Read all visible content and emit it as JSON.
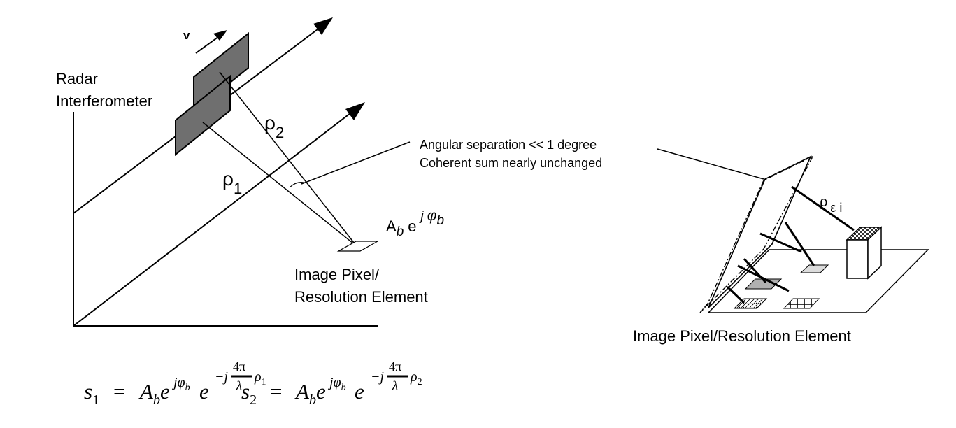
{
  "labels": {
    "velocity": "v",
    "radar_line1": "Radar",
    "radar_line2": "Interferometer",
    "rho": "ρ",
    "rho2_sub": "2",
    "rho1_sub": "1",
    "angular_line1": "Angular separation << 1 degree",
    "angular_line2": "Coherent sum nearly unchanged",
    "amp_A": "A",
    "amp_A_sub": "b",
    "amp_e": "e",
    "amp_exp_j": "j",
    "amp_exp_phi": "φ",
    "amp_exp_sub": "b",
    "pixel_line1": "Image Pixel/",
    "pixel_line2": "Resolution Element",
    "rho_eps": "ρ",
    "rho_eps_sub": "ε i",
    "pixel_right": "Image Pixel/Resolution Element"
  },
  "equations": {
    "eq1": {
      "s": "s",
      "s_sub": "1",
      "eq": "=",
      "A": "A",
      "A_sub": "b",
      "e1": "e",
      "exp1": "jφ",
      "exp1_sub": "b",
      "e2": "e",
      "minus_j": "−j",
      "num": "4π",
      "den": "λ",
      "rho": "ρ",
      "rho_sub": "1"
    },
    "eq2": {
      "s": "s",
      "s_sub": "2",
      "eq": "=",
      "A": "A",
      "A_sub": "b",
      "e1": "e",
      "exp1": "jφ",
      "exp1_sub": "b",
      "e2": "e",
      "minus_j": "−j",
      "num": "4π",
      "den": "λ",
      "rho": "ρ",
      "rho_sub": "2"
    }
  }
}
